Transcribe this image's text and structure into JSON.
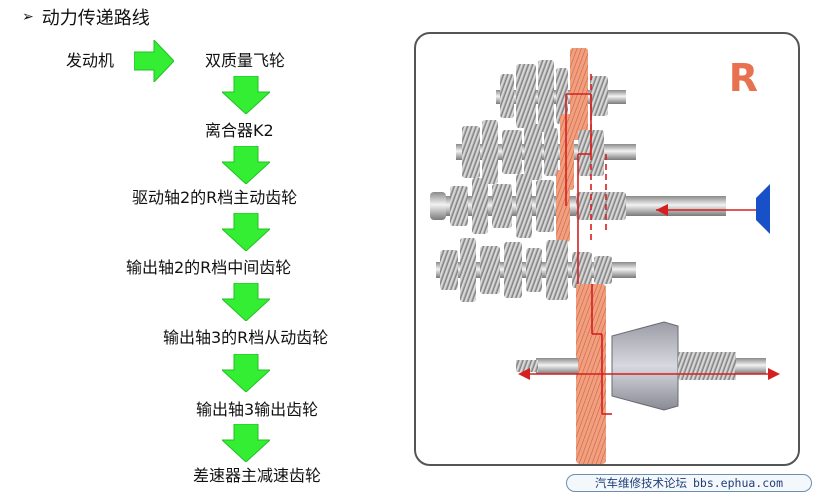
{
  "title": "动力传递路线",
  "flow": {
    "engine": "发动机",
    "flywheel": "双质量飞轮",
    "clutch": "离合器K2",
    "steps": [
      "驱动轴2的R档主动齿轮",
      "输出轴2的R档中间齿轮",
      "输出轴3的R档从动齿轮",
      "输出轴3输出齿轮",
      "差速器主减速齿轮"
    ]
  },
  "figure": {
    "gear_label": "R"
  },
  "watermark": {
    "name": "汽车维修技术论坛",
    "url": "bbs.ephua.com"
  },
  "colors": {
    "arrow": "#33ee33",
    "arrow_dark": "#1aa81a",
    "highlight": "#e8724f",
    "path": "#d42020",
    "input": "#1850c8"
  }
}
